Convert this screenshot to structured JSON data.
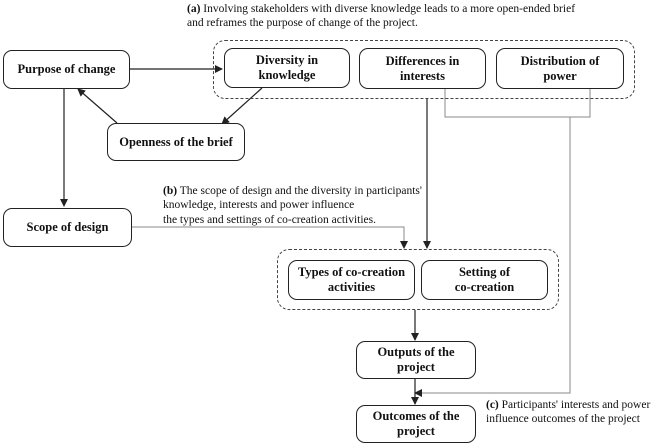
{
  "annotations": {
    "a": {
      "label": "(a)",
      "text": "Involving stakeholders with diverse knowledge leads to a more open-ended brief\nand reframes the purpose of change of the project."
    },
    "b": {
      "label": "(b)",
      "text": "The scope of design and the diversity in participants'\nknowledge, interests and power influence\nthe types and settings of co-creation activities."
    },
    "c": {
      "label": "(c)",
      "text": "Participants' interests and power\ninfluence outcomes of the project"
    }
  },
  "nodes": {
    "purpose": "Purpose of change",
    "diversity": "Diversity in\nknowledge",
    "interests": "Differences in\ninterests",
    "power": "Distribution of\npower",
    "openness": "Openness of the brief",
    "scope": "Scope of design",
    "types": "Types of co-creation\nactivities",
    "setting": "Setting of\nco-creation",
    "outputs": "Outputs of the\nproject",
    "outcomes": "Outcomes of the\nproject"
  }
}
